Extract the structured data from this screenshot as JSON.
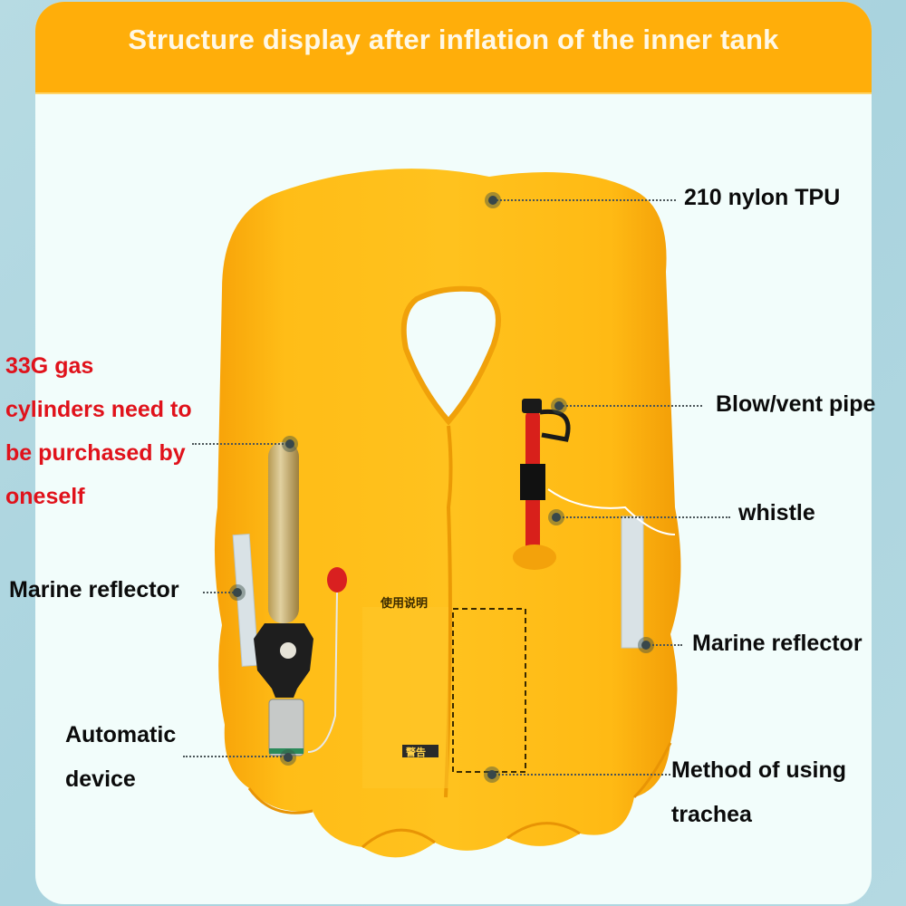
{
  "header": {
    "title": "Structure display after inflation of the inner tank",
    "background_color": "#ffae0a"
  },
  "colors": {
    "page_background": "#b7dbe3",
    "card_background": "#f2fdfb",
    "vest_yellow": "#ffb814",
    "note_red": "#e0121b",
    "label_black": "#0b0b0b"
  },
  "product": {
    "name": "inflatable life vest",
    "printed_label_heading": "使用说明",
    "printed_warning_heading": "警告"
  },
  "callouts": {
    "nylon_tpu": {
      "label": "210 nylon TPU",
      "side": "right"
    },
    "blow_vent_pipe": {
      "label": "Blow/vent pipe",
      "side": "right"
    },
    "whistle": {
      "label": "whistle",
      "side": "right"
    },
    "marine_reflector_right": {
      "label": "Marine reflector",
      "side": "right"
    },
    "method_trachea": {
      "line1": "Method of using",
      "line2": "trachea",
      "side": "right"
    },
    "gas_cylinder_note": {
      "line1": "33G gas",
      "line2": "cylinders need to",
      "line3": "be purchased by",
      "line4": "oneself",
      "side": "left"
    },
    "marine_reflector_left": {
      "label": "Marine reflector",
      "side": "left"
    },
    "automatic_device": {
      "line1": "Automatic",
      "line2": "device",
      "side": "left"
    }
  }
}
